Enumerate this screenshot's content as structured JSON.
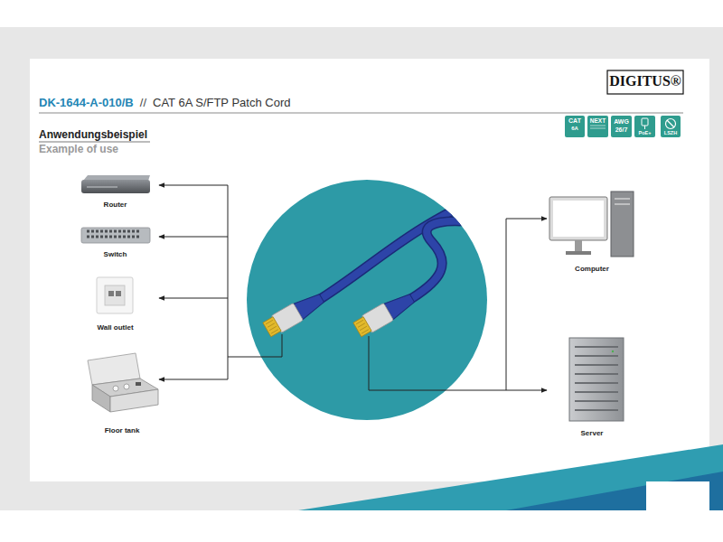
{
  "diagram": {
    "title": "DK-1644-A-010/B",
    "nodes": [
      {
        "text": [
          "Router"
        ]
      },
      {
        "text": [
          "Switch"
        ]
      },
      {
        "text": [
          "Wall outlet"
        ]
      },
      {
        "text": [
          "Floor tank"
        ]
      },
      {
        "text": [
          "Computer"
        ]
      },
      {
        "text": [
          "Server"
        ]
      }
    ],
    "labels": [
      "//",
      "CAT 6A S/FTP Patch Cord",
      "DIGITUS®",
      "Anwendungsbeispiel",
      "Example of use",
      "CAT",
      "6A",
      "NEXT",
      "AWG",
      "26/7",
      "PoE+",
      "LSZH"
    ]
  }
}
